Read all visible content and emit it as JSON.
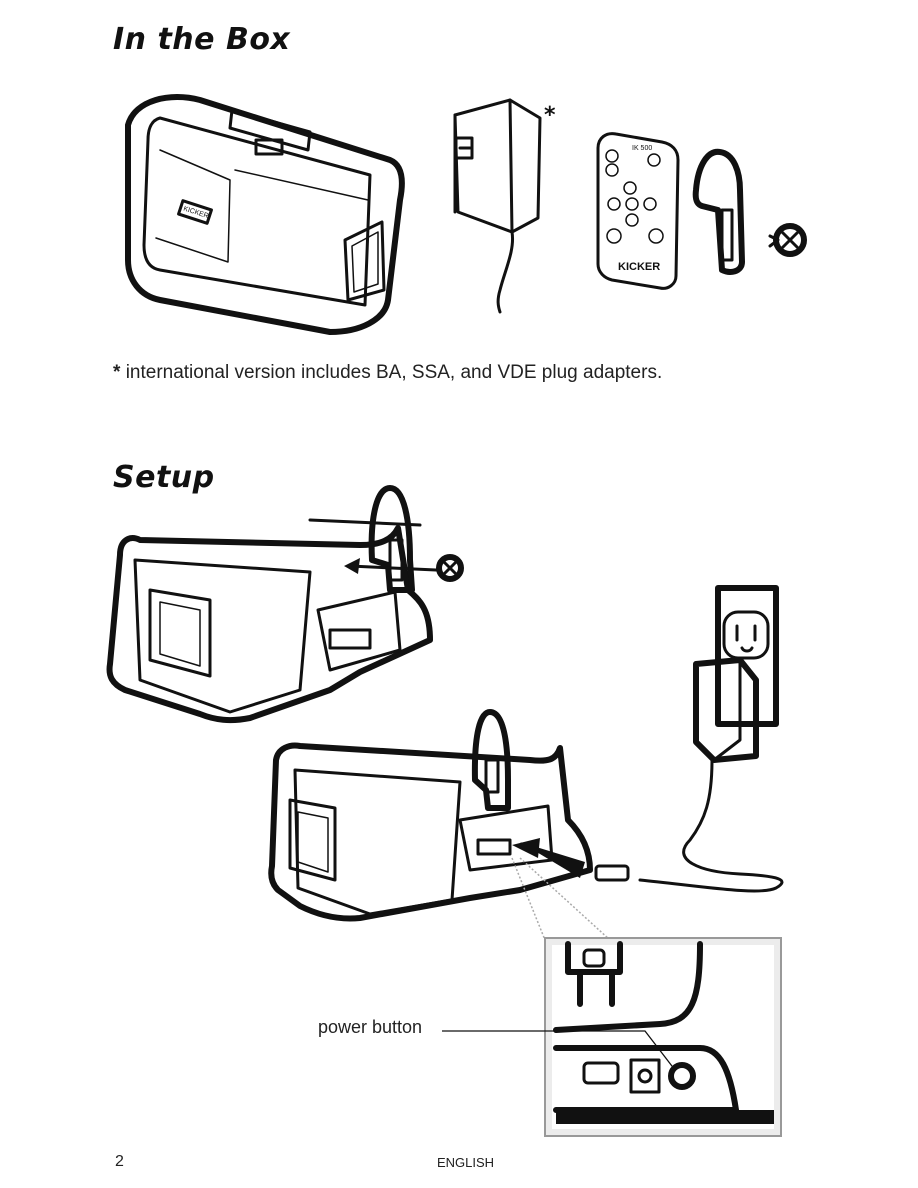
{
  "section_in_box": {
    "title": "In the Box"
  },
  "footnote": {
    "marker": "*",
    "text": "international version includes BA, SSA, and VDE plug adapters."
  },
  "adapter_note_marker": "*",
  "section_setup": {
    "title": "Setup"
  },
  "remote": {
    "brand": "KICKER",
    "small_label": "IK 500"
  },
  "dock_badge": "KICKER",
  "callouts": {
    "power_button": "power button"
  },
  "footer": {
    "page_number": "2",
    "language": "ENGLISH"
  }
}
